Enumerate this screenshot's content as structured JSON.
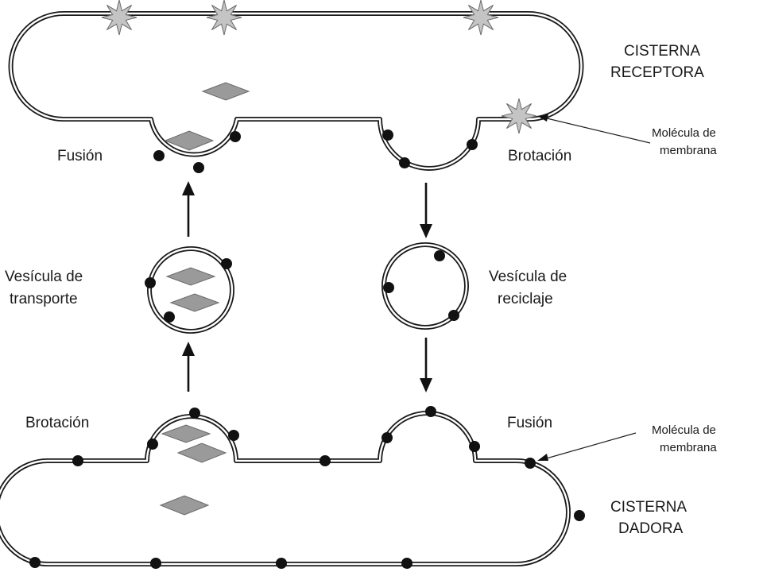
{
  "labels": {
    "receiver_cistern": [
      "CISTERNA",
      "RECEPTORA"
    ],
    "donor_cistern": [
      "CISTERNA",
      "DADORA"
    ],
    "fusion_top": "Fusión",
    "budding_top": "Brotación",
    "budding_bottom": "Brotación",
    "fusion_bottom": "Fusión",
    "transport_vesicle": [
      "Vesícula de",
      "transporte"
    ],
    "recycling_vesicle": [
      "Vesícula de",
      "reciclaje"
    ],
    "membrane_molecule_top": [
      "Molécula de",
      "membrana"
    ],
    "membrane_molecule_bottom": [
      "Molécula de",
      "membrana"
    ]
  },
  "colors": {
    "membrane": "#1a1a1a",
    "cargo": "#9a9a9a",
    "membrane_molecule_dot": "#111111",
    "receptor_star": "#c4c4c4"
  }
}
